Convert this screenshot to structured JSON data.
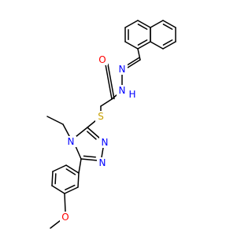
{
  "molecule": {
    "bond_color": "#000000",
    "atoms": [
      {
        "id": "o_carbonyl",
        "label": "O",
        "color": "#ff0000"
      },
      {
        "id": "n_hydrazone_1",
        "label": "N",
        "color": "#0000ff"
      },
      {
        "id": "n_hydrazone_2",
        "label": "N",
        "color": "#0000ff"
      },
      {
        "id": "h_amide",
        "label": "H",
        "color": "#0000ff"
      },
      {
        "id": "s_thioether",
        "label": "S",
        "color": "#c8a000"
      },
      {
        "id": "n_triazole_4",
        "label": "N",
        "color": "#0000ff"
      },
      {
        "id": "n_triazole_2",
        "label": "N",
        "color": "#0000ff"
      },
      {
        "id": "n_triazole_1",
        "label": "N",
        "color": "#0000ff"
      },
      {
        "id": "o_methoxy",
        "label": "O",
        "color": "#ff0000"
      }
    ]
  }
}
